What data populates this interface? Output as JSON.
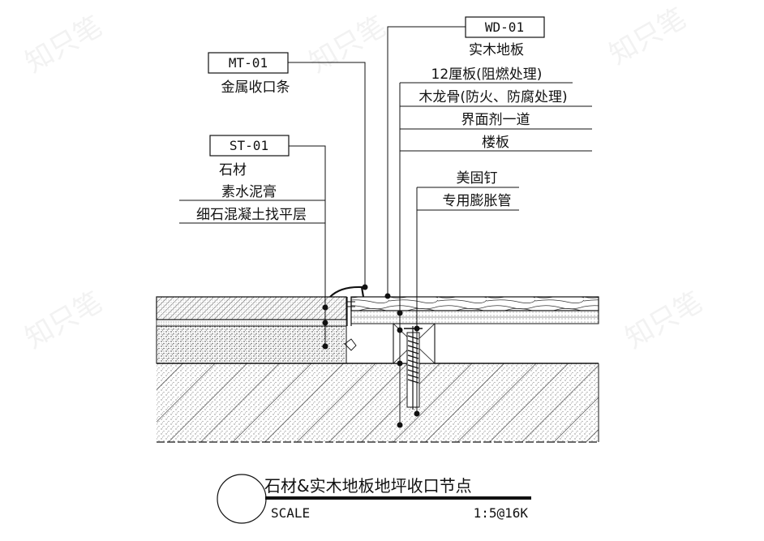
{
  "tags": {
    "wd": "WD-01",
    "mt": "MT-01",
    "st": "ST-01"
  },
  "wood_side_labels": [
    "实木地板",
    "12厘板(阻燃处理)",
    "木龙骨(防火、防腐处理)",
    "界面剂一道",
    "楼板"
  ],
  "metal_label": "金属收口条",
  "stone_side_labels": [
    "石材",
    "素水泥膏",
    "细石混凝土找平层"
  ],
  "anchor_labels": [
    "美固钉",
    "专用膨胀管"
  ],
  "title_block": {
    "title": "石材&实木地板地坪收口节点",
    "scale_label": "SCALE",
    "scale_value": "1:5@16K"
  },
  "watermark": "知只笔"
}
